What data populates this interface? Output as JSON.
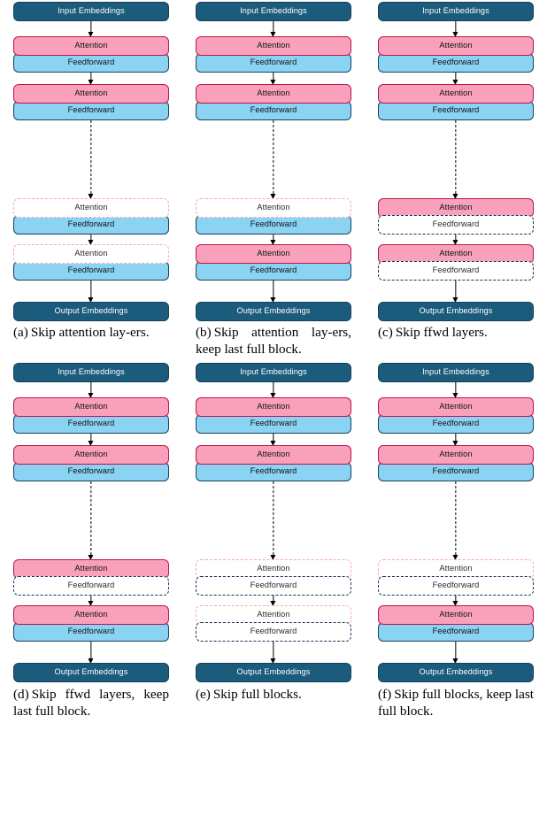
{
  "figure": {
    "title": "Transformer layer-skipping variants",
    "colors": {
      "embedding_fill": "#1b5b7b",
      "embedding_border": "#14405a",
      "attention_fill": "#f9a1ba",
      "attention_border": "#bd1250",
      "attention_skip_border": "#f4a8bf",
      "feedforward_fill": "#8ad3f2",
      "feedforward_border": "#17415f",
      "feedforward_skip_border": "#17315c",
      "arrow": "#000000",
      "background": "#ffffff"
    },
    "labels": {
      "input": "Input Embeddings",
      "output": "Output Embeddings",
      "attention": "Attention",
      "feedforward": "Feedforward"
    }
  },
  "panels": [
    {
      "id": "a",
      "caption_label": "(a)",
      "caption_text": "Skip attention lay-ers.",
      "input_label": "Input Embeddings",
      "output_label": "Output Embeddings",
      "blocks": [
        {
          "attention": "Attention",
          "attention_skipped": false,
          "feedforward": "Feedforward",
          "feedforward_skipped": false
        },
        {
          "attention": "Attention",
          "attention_skipped": false,
          "feedforward": "Feedforward",
          "feedforward_skipped": false
        },
        {
          "attention": "Attention",
          "attention_skipped": true,
          "feedforward": "Feedforward",
          "feedforward_skipped": false
        },
        {
          "attention": "Attention",
          "attention_skipped": true,
          "feedforward": "Feedforward",
          "feedforward_skipped": false
        }
      ]
    },
    {
      "id": "b",
      "caption_label": "(b)",
      "caption_text": "Skip attention lay-ers, keep last full block.",
      "input_label": "Input Embeddings",
      "output_label": "Output Embeddings",
      "blocks": [
        {
          "attention": "Attention",
          "attention_skipped": false,
          "feedforward": "Feedforward",
          "feedforward_skipped": false
        },
        {
          "attention": "Attention",
          "attention_skipped": false,
          "feedforward": "Feedforward",
          "feedforward_skipped": false
        },
        {
          "attention": "Attention",
          "attention_skipped": true,
          "feedforward": "Feedforward",
          "feedforward_skipped": false
        },
        {
          "attention": "Attention",
          "attention_skipped": false,
          "feedforward": "Feedforward",
          "feedforward_skipped": false
        }
      ]
    },
    {
      "id": "c",
      "caption_label": "(c)",
      "caption_text": "Skip ffwd layers.",
      "input_label": "Input Embeddings",
      "output_label": "Output Embeddings",
      "blocks": [
        {
          "attention": "Attention",
          "attention_skipped": false,
          "feedforward": "Feedforward",
          "feedforward_skipped": false
        },
        {
          "attention": "Attention",
          "attention_skipped": false,
          "feedforward": "Feedforward",
          "feedforward_skipped": false
        },
        {
          "attention": "Attention",
          "attention_skipped": false,
          "feedforward": "Feedforward",
          "feedforward_skipped": true
        },
        {
          "attention": "Attention",
          "attention_skipped": false,
          "feedforward": "Feedforward",
          "feedforward_skipped": true
        }
      ]
    },
    {
      "id": "d",
      "caption_label": "(d)",
      "caption_text": "Skip ffwd layers, keep last full block.",
      "input_label": "Input Embeddings",
      "output_label": "Output Embeddings",
      "blocks": [
        {
          "attention": "Attention",
          "attention_skipped": false,
          "feedforward": "Feedforward",
          "feedforward_skipped": false
        },
        {
          "attention": "Attention",
          "attention_skipped": false,
          "feedforward": "Feedforward",
          "feedforward_skipped": false
        },
        {
          "attention": "Attention",
          "attention_skipped": false,
          "feedforward": "Feedforward",
          "feedforward_skipped": true
        },
        {
          "attention": "Attention",
          "attention_skipped": false,
          "feedforward": "Feedforward",
          "feedforward_skipped": false
        }
      ]
    },
    {
      "id": "e",
      "caption_label": "(e)",
      "caption_text": "Skip full blocks.",
      "input_label": "Input Embeddings",
      "output_label": "Output Embeddings",
      "blocks": [
        {
          "attention": "Attention",
          "attention_skipped": false,
          "feedforward": "Feedforward",
          "feedforward_skipped": false
        },
        {
          "attention": "Attention",
          "attention_skipped": false,
          "feedforward": "Feedforward",
          "feedforward_skipped": false
        },
        {
          "attention": "Attention",
          "attention_skipped": true,
          "feedforward": "Feedforward",
          "feedforward_skipped": true
        },
        {
          "attention": "Attention",
          "attention_skipped": true,
          "feedforward": "Feedforward",
          "feedforward_skipped": true
        }
      ]
    },
    {
      "id": "f",
      "caption_label": "(f)",
      "caption_text": "Skip full blocks, keep last full block.",
      "input_label": "Input Embeddings",
      "output_label": "Output Embeddings",
      "blocks": [
        {
          "attention": "Attention",
          "attention_skipped": false,
          "feedforward": "Feedforward",
          "feedforward_skipped": false
        },
        {
          "attention": "Attention",
          "attention_skipped": false,
          "feedforward": "Feedforward",
          "feedforward_skipped": false
        },
        {
          "attention": "Attention",
          "attention_skipped": true,
          "feedforward": "Feedforward",
          "feedforward_skipped": true
        },
        {
          "attention": "Attention",
          "attention_skipped": false,
          "feedforward": "Feedforward",
          "feedforward_skipped": false
        }
      ]
    }
  ]
}
